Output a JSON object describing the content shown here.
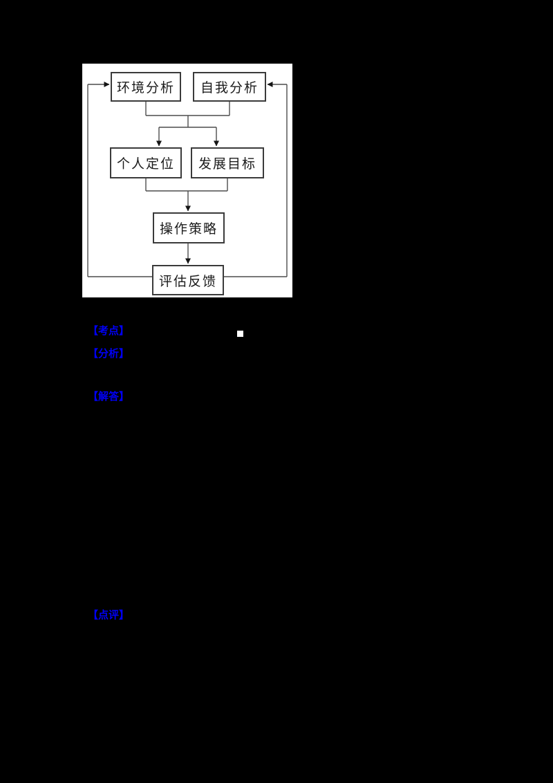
{
  "document": {
    "background_color": "#000000",
    "section_label_color": "#0000f6",
    "figure": {
      "type": "flowchart",
      "background_color": "#ffffff",
      "line_color": "#4c4c4c",
      "nodes": [
        {
          "id": "environment-analysis",
          "label": "环境分析"
        },
        {
          "id": "self-analysis",
          "label": "自我分析"
        },
        {
          "id": "personal-positioning",
          "label": "个人定位"
        },
        {
          "id": "development-goal",
          "label": "发展目标"
        },
        {
          "id": "operation-strategy",
          "label": "操作策略"
        },
        {
          "id": "evaluation-feedback",
          "label": "评估反馈"
        }
      ],
      "edges": [
        {
          "from": [
            "环境分析",
            "自我分析"
          ],
          "to": [
            "个人定位",
            "发展目标"
          ],
          "type": "merge-split"
        },
        {
          "from": [
            "个人定位",
            "发展目标"
          ],
          "to": [
            "操作策略"
          ],
          "type": "merge"
        },
        {
          "from": [
            "操作策略"
          ],
          "to": [
            "评估反馈"
          ],
          "type": "direct"
        },
        {
          "from": [
            "评估反馈"
          ],
          "to": [
            "环境分析"
          ],
          "type": "feedback-loop"
        },
        {
          "from": [
            "评估反馈"
          ],
          "to": [
            "自我分析"
          ],
          "type": "feedback-loop"
        }
      ]
    },
    "sections": [
      {
        "id": "exam-point",
        "label": "【考点】"
      },
      {
        "id": "analysis",
        "label": "【分析】"
      },
      {
        "id": "answer",
        "label": "【解答】"
      },
      {
        "id": "comment",
        "label": "【点评】"
      }
    ],
    "inline_marker": {
      "shape": "square",
      "color": "#ffffff"
    }
  }
}
